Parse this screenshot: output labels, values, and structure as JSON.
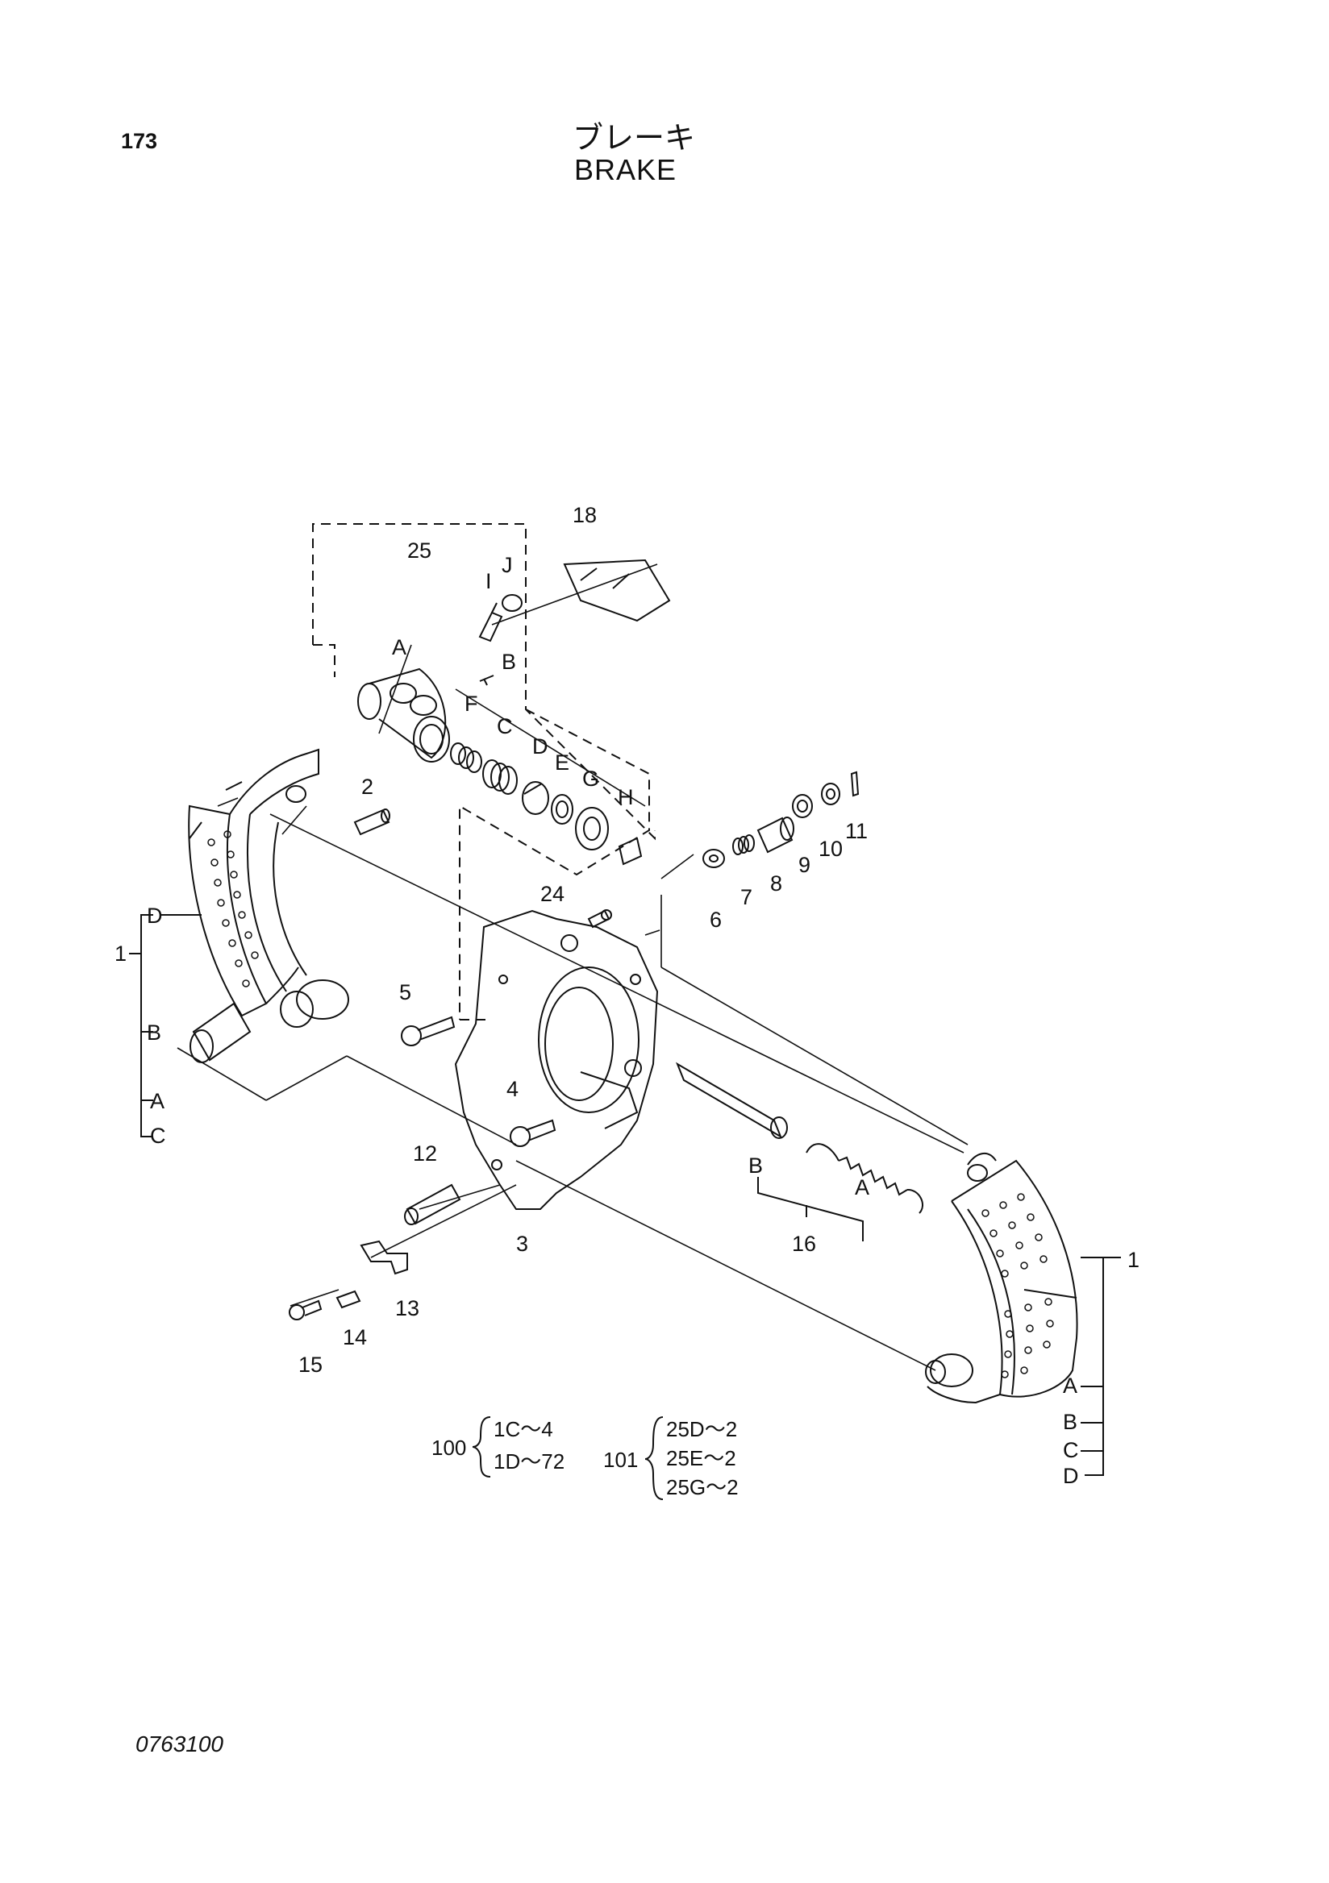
{
  "page_number": "173",
  "title_jp": "ブレーキ",
  "title_en": "BRAKE",
  "drawing_number": "0763100",
  "callouts": {
    "c1_left": "1",
    "c1_right": "1",
    "c2": "2",
    "c3": "3",
    "c4": "4",
    "c5": "5",
    "c6": "6",
    "c7": "7",
    "c8": "8",
    "c9": "9",
    "c10": "10",
    "c11": "11",
    "c12": "12",
    "c13": "13",
    "c14": "14",
    "c15": "15",
    "c16": "16",
    "c18": "18",
    "c24": "24",
    "c25": "25"
  },
  "letters": {
    "A": "A",
    "B": "B",
    "C": "C",
    "D": "D",
    "E": "E",
    "F": "F",
    "G": "G",
    "H": "H",
    "I": "I",
    "J": "J"
  },
  "sets": {
    "s100": {
      "number": "100",
      "items": [
        "1C～4",
        "1D～72"
      ]
    },
    "s101": {
      "number": "101",
      "items": [
        "25D～2",
        "25E～2",
        "25G～2"
      ]
    }
  }
}
